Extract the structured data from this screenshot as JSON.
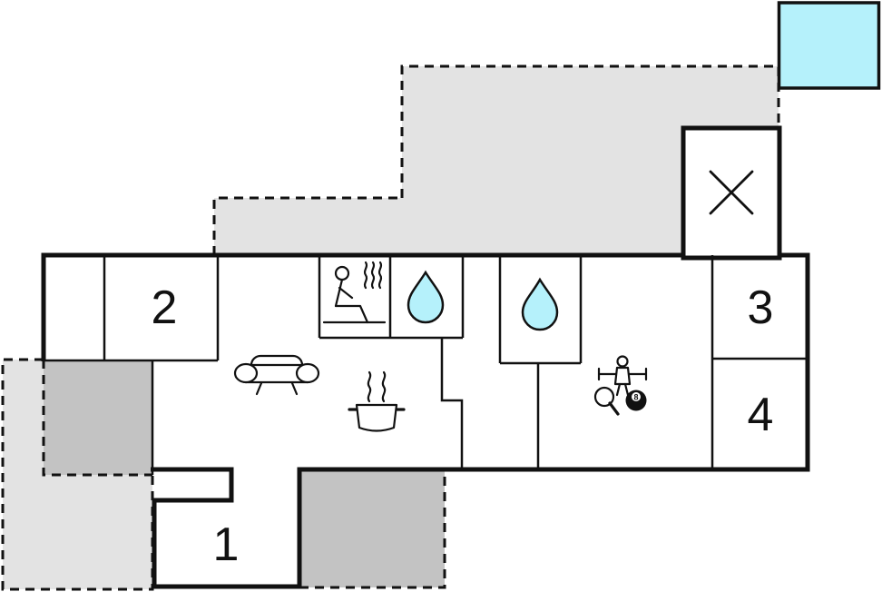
{
  "colors": {
    "wall": "#111111",
    "background": "#ffffff",
    "terrace_light": "#e3e3e3",
    "terrace_dark": "#c3c3c3",
    "water": "#b5f1fb"
  },
  "rooms": [
    {
      "label": "1"
    },
    {
      "label": "2"
    },
    {
      "label": "3"
    },
    {
      "label": "4"
    }
  ],
  "symbols": {
    "eight_ball": "8"
  }
}
